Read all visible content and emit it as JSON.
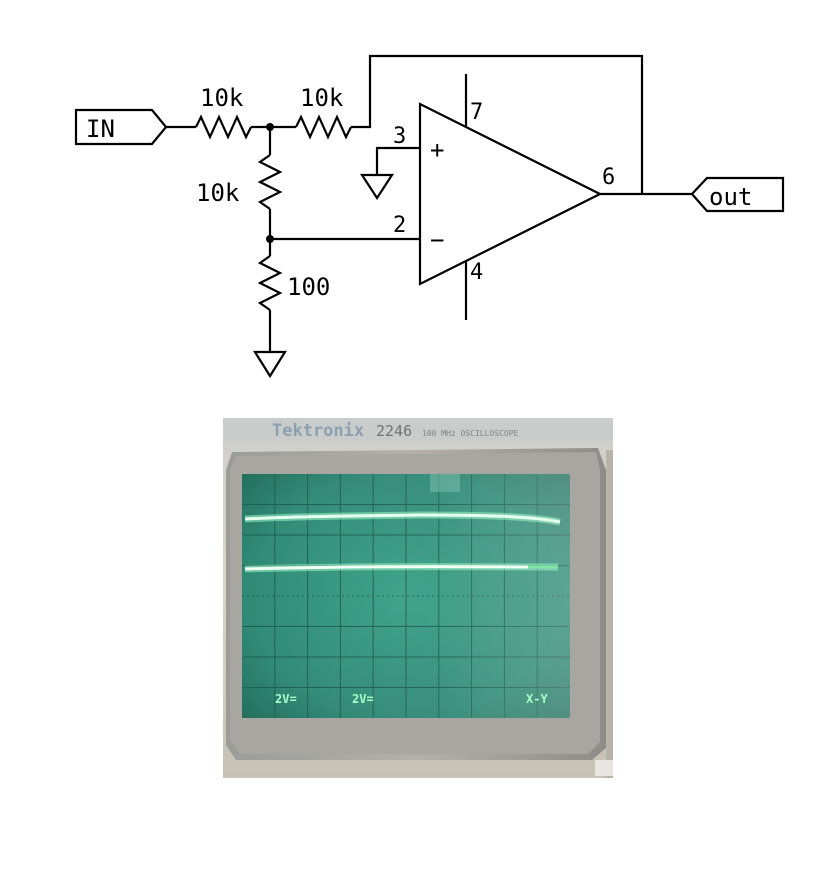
{
  "schematic": {
    "input_label": "IN",
    "output_label": "out",
    "r_in": "10k",
    "r_feedback": "10k",
    "r_tee": "10k",
    "r_ground": "100",
    "pin_plus": "3",
    "pin_minus": "2",
    "pin_out": "6",
    "pin_vpos": "7",
    "pin_vneg": "4",
    "plus_sign": "+",
    "minus_sign": "−"
  },
  "oscilloscope": {
    "brand": "Tektronix",
    "model": "2246",
    "subtitle": "100 MHz OSCILLOSCOPE",
    "ch1_readout": "2V=",
    "ch2_readout": "2V=",
    "mode_readout": "X-Y",
    "colors": {
      "screen": "#2f8a78",
      "trace": "#b8ffd8",
      "readout": "#a6ffc4",
      "bezel": "#d6d0c4"
    }
  }
}
